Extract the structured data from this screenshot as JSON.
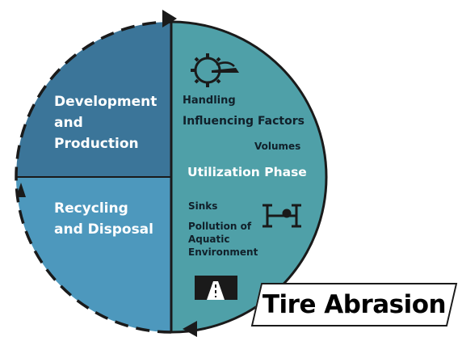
{
  "colors": {
    "development_quadrant": "#3b7599",
    "recycling_quadrant": "#4d98bd",
    "utilization_half": "#4fa0a8",
    "outline": "#1a1a1a",
    "label_light": "#ffffff",
    "label_dark": "#11202a"
  },
  "quadrants": {
    "development": "Development and Production",
    "recycling": "Recycling and Disposal"
  },
  "utilization": {
    "handling": "Handling",
    "influencing_factors": "Influencing Factors",
    "volumes": "Volumes",
    "phase_title": "Utilization Phase",
    "sinks": "Sinks",
    "pollution": "Pollution of Aquatic Environment"
  },
  "icons": [
    "tire-gear-icon",
    "axle-icon",
    "road-icon"
  ],
  "callout": "Tire Abrasion"
}
